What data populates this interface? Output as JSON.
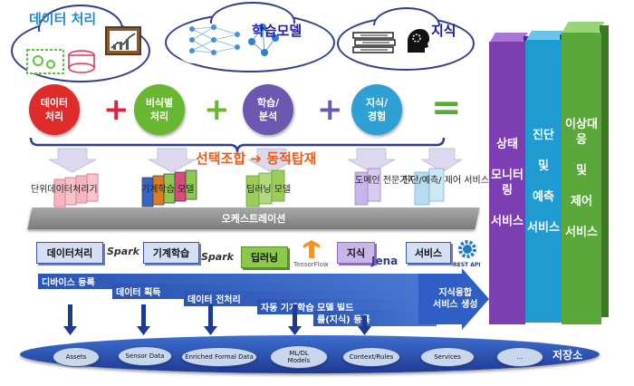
{
  "clouds": {
    "data_processing": "데이터 처리",
    "learning_model": "학습모델",
    "knowledge": "지식"
  },
  "circles": [
    {
      "label": "데이터\n처리",
      "color": "#e02b2b"
    },
    {
      "label": "비식별\n처리",
      "color": "#69b633"
    },
    {
      "label": "학습/\n분석",
      "color": "#6c58b0"
    },
    {
      "label": "지식/\n경험",
      "color": "#2fa0d4"
    }
  ],
  "operators": {
    "plus": "+",
    "equals": "="
  },
  "banner": "선택조합 ➔ 동적탑재",
  "stacks": [
    {
      "label": "단위데이터처리기",
      "color": "#f4a8b4"
    },
    {
      "label": "기계학습 모델",
      "color": "#8cc84b"
    },
    {
      "label": "딥러닝 모델",
      "color": "#a8d46a"
    },
    {
      "label": "도메인\n전문가지식",
      "color": "#c8b6e8"
    },
    {
      "label": "진단/예측/\n제어 서비스",
      "color": "#b8dcef"
    }
  ],
  "orchestration": "오케스트레이션",
  "modules": {
    "data_processing": "데이터처리",
    "machine_learning": "기계학습",
    "deep_learning": "딥러닝",
    "knowledge": "지식",
    "service": "서비스",
    "spark": "Spark",
    "tensorflow": "TensorFlow",
    "jena": "Jena",
    "rest_api": "REST API"
  },
  "flows": [
    "디바이스 등록",
    "데이터 획득",
    "데이터 전처리",
    "자동 기계학습 모델 빌드",
    "룰(지식) 등록"
  ],
  "flow_end": "지식융합\n서비스 생성",
  "storage": {
    "items": [
      "Assets",
      "Sensor Data",
      "Enriched Formal  Data",
      "ML/DL\nModels",
      "Context/Rules",
      "Services",
      "..."
    ],
    "label": "저장소"
  },
  "pillars": [
    {
      "label": "상태\n\n모니터링\n\n서비스",
      "color": "#7b3fb3"
    },
    {
      "label": "진단\n\n및\n\n예측\n\n서비스",
      "color": "#1f9bd1"
    },
    {
      "label": "이상대응\n\n및\n\n제어\n\n서비스",
      "color": "#5aa83a"
    }
  ],
  "colors": {
    "accent_orange": "#f05a14",
    "navy": "#1f3a93",
    "flow_blue": "#3a64c2"
  }
}
